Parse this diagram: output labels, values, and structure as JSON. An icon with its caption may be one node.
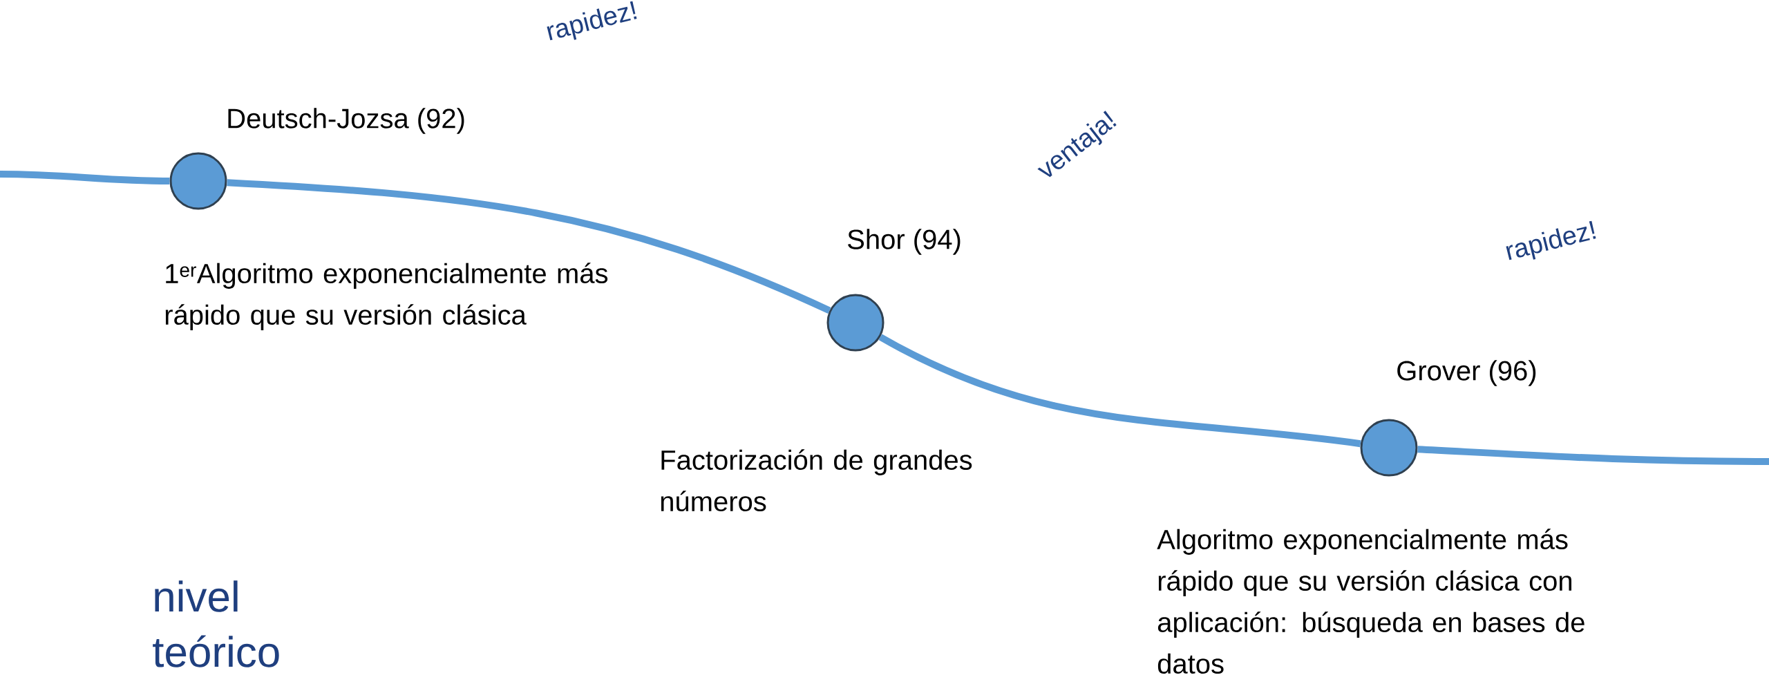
{
  "diagram": {
    "nodes": [
      {
        "text": [],
        "shape": "circle",
        "beside": [
          "Deutsch-Jozsa (92)",
          "1$^{er}$Algoritmo exponencialmente más rápido que su versión clásica"
        ]
      },
      {
        "text": [],
        "shape": "circle",
        "beside": [
          "Shor (94)",
          "Factorización de grandes números"
        ]
      },
      {
        "text": [],
        "shape": "circle",
        "beside": [
          "Grover (96)",
          "Algoritmo exponencialmente más rápido que su versión clásica con aplicación: búsqueda en bases de datos"
        ]
      }
    ],
    "edges": [
      {
        "from": null,
        "to": 0,
        "arrow": "none"
      },
      {
        "from": 0,
        "to": 1,
        "arrow": "none"
      },
      {
        "from": 1,
        "to": 2,
        "arrow": "none"
      },
      {
        "from": 2,
        "to": null,
        "arrow": "none"
      }
    ],
    "labels": [
      "rapidez!",
      "ventaja!",
      "rapidez!",
      "nivel teórico"
    ]
  }
}
